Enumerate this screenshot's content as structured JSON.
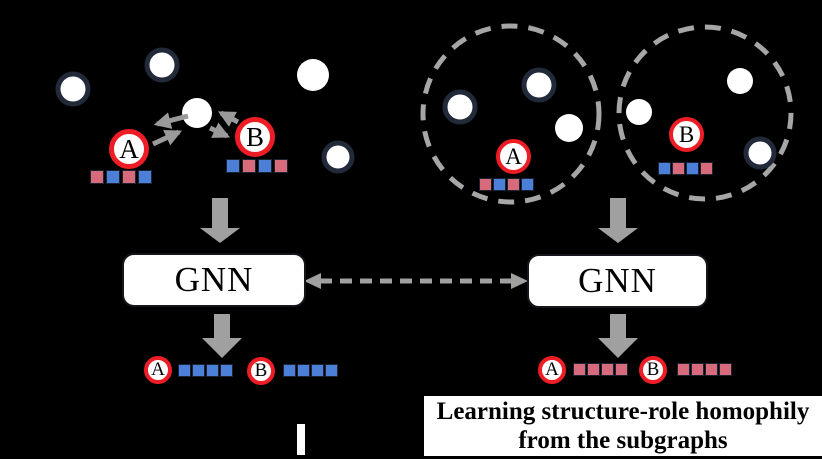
{
  "colors": {
    "background": "#000000",
    "node_fill": "#ffffff",
    "node_dark_border": "#222a3a",
    "highlight_ring_red": "#ee1c25",
    "arrow_gray": "#9a9a9a",
    "thick_arrow_gray": "#a0a0a0",
    "dashed_gray": "#a6a6a6",
    "feature_red": "#d86b7b",
    "feature_blue": "#4c80d8",
    "gnn_box_fill": "#ffffff",
    "caption_bg": "#ffffff",
    "text": "#000000"
  },
  "left_panel": {
    "node_a": "A",
    "node_b": "B",
    "features_a": [
      "red",
      "blue",
      "red",
      "blue"
    ],
    "features_b": [
      "blue",
      "red",
      "blue",
      "red"
    ],
    "gnn_label": "GNN",
    "output": {
      "a": "A",
      "a_vec": [
        "blue",
        "blue",
        "blue",
        "blue"
      ],
      "b": "B",
      "b_vec": [
        "blue",
        "blue",
        "blue",
        "blue"
      ]
    }
  },
  "right_panel": {
    "subgraph_a_node": "A",
    "subgraph_a_features": [
      "red",
      "blue",
      "red",
      "blue"
    ],
    "subgraph_b_node": "B",
    "subgraph_b_features": [
      "blue",
      "red",
      "blue",
      "red"
    ],
    "gnn_label": "GNN",
    "output": {
      "a": "A",
      "a_vec": [
        "red",
        "red",
        "red",
        "red"
      ],
      "b": "B",
      "b_vec": [
        "red",
        "red",
        "red",
        "red"
      ]
    },
    "caption_line1": "Learning structure-role homophily",
    "caption_line2": "from the subgraphs"
  }
}
